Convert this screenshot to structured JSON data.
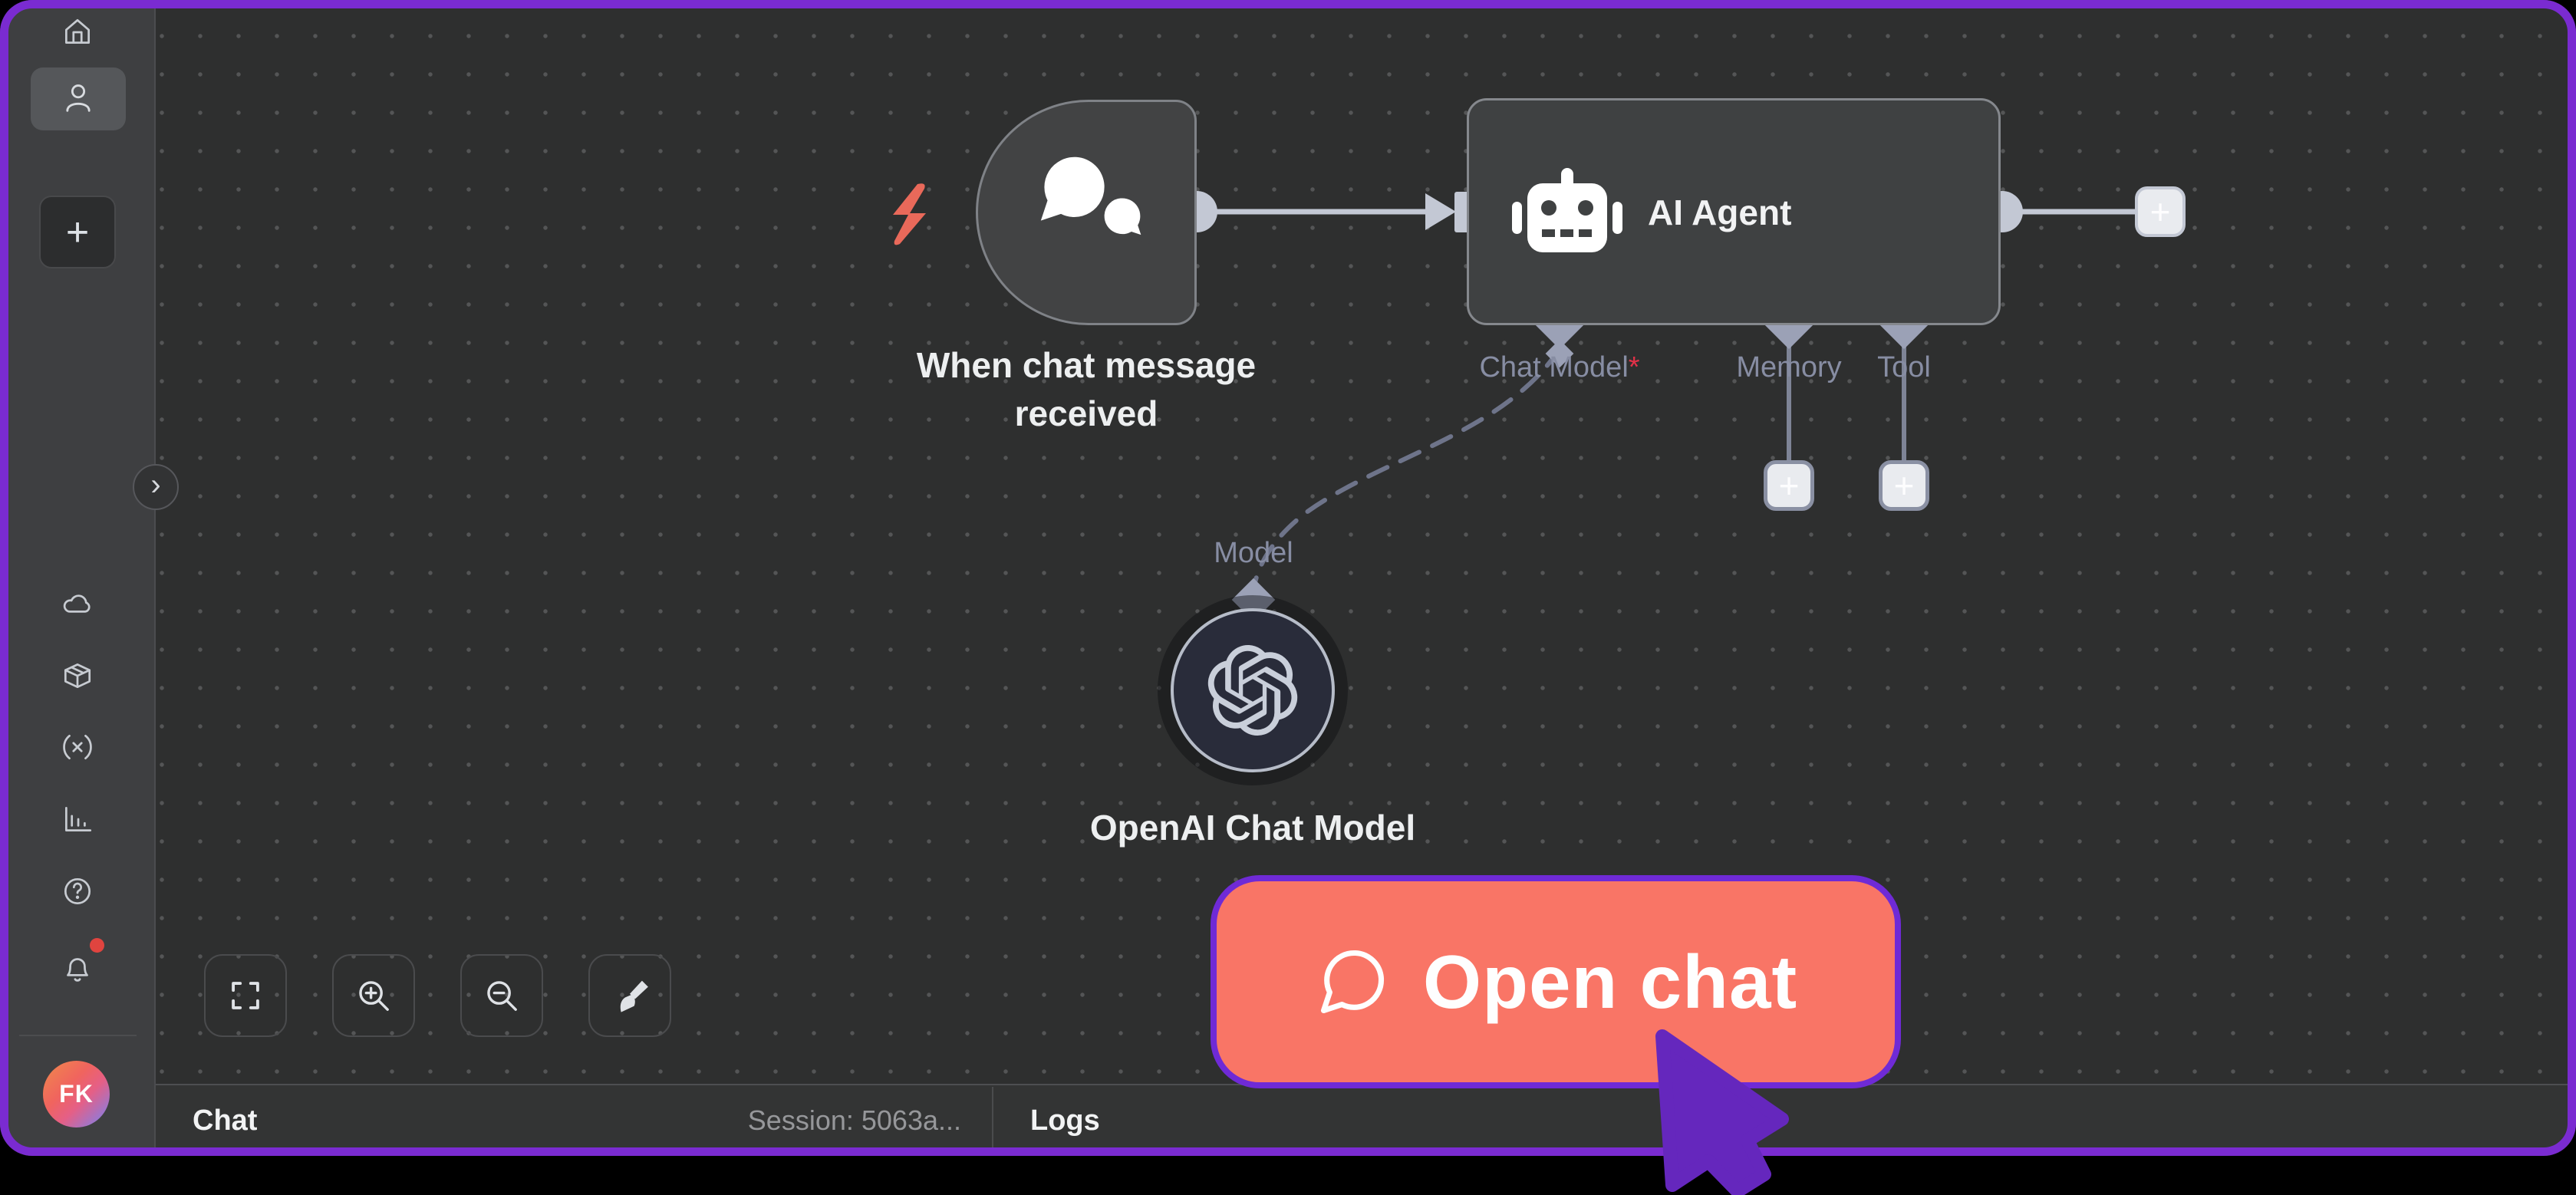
{
  "sidebar": {
    "nav_top": [
      {
        "name": "home"
      },
      {
        "name": "user",
        "selected": true
      },
      {
        "name": "add-workflow"
      }
    ],
    "nav_bottom": [
      {
        "name": "cloud"
      },
      {
        "name": "templates"
      },
      {
        "name": "variables"
      },
      {
        "name": "insights"
      },
      {
        "name": "help"
      },
      {
        "name": "notifications",
        "badge": true
      }
    ],
    "avatar_initials": "FK",
    "collapse_glyph": "›"
  },
  "canvas": {
    "trigger": {
      "label": "When chat message received"
    },
    "agent": {
      "title": "AI Agent",
      "ports": [
        {
          "label": "Chat Model",
          "required": "*"
        },
        {
          "label": "Memory",
          "required": ""
        },
        {
          "label": "Tool",
          "required": ""
        }
      ]
    },
    "model_node": {
      "port_label": "Model",
      "label": "OpenAI Chat Model"
    }
  },
  "controls": {
    "items": [
      {
        "name": "fit-view"
      },
      {
        "name": "zoom-in"
      },
      {
        "name": "zoom-out"
      },
      {
        "name": "tidy-up"
      }
    ]
  },
  "open_chat": {
    "label": "Open chat"
  },
  "bottom_bar": {
    "chat_label": "Chat",
    "session": "Session: 5063a...",
    "logs_label": "Logs"
  },
  "glyphs": {
    "plus": "+",
    "collapse": "›"
  },
  "colors": {
    "frame_purple": "#7a2bd1",
    "button_coral": "#f97566",
    "button_border_purple": "#6f2ad6",
    "cursor_purple": "#6527bd",
    "connector_gray": "#c3c8d4",
    "port_lavender": "#9ba1b6",
    "danger_red": "#e23148",
    "trigger_bolt_red": "#e9695a",
    "canvas_bg": "#2e2f2f",
    "sidebar_bg": "#3e3f41"
  }
}
